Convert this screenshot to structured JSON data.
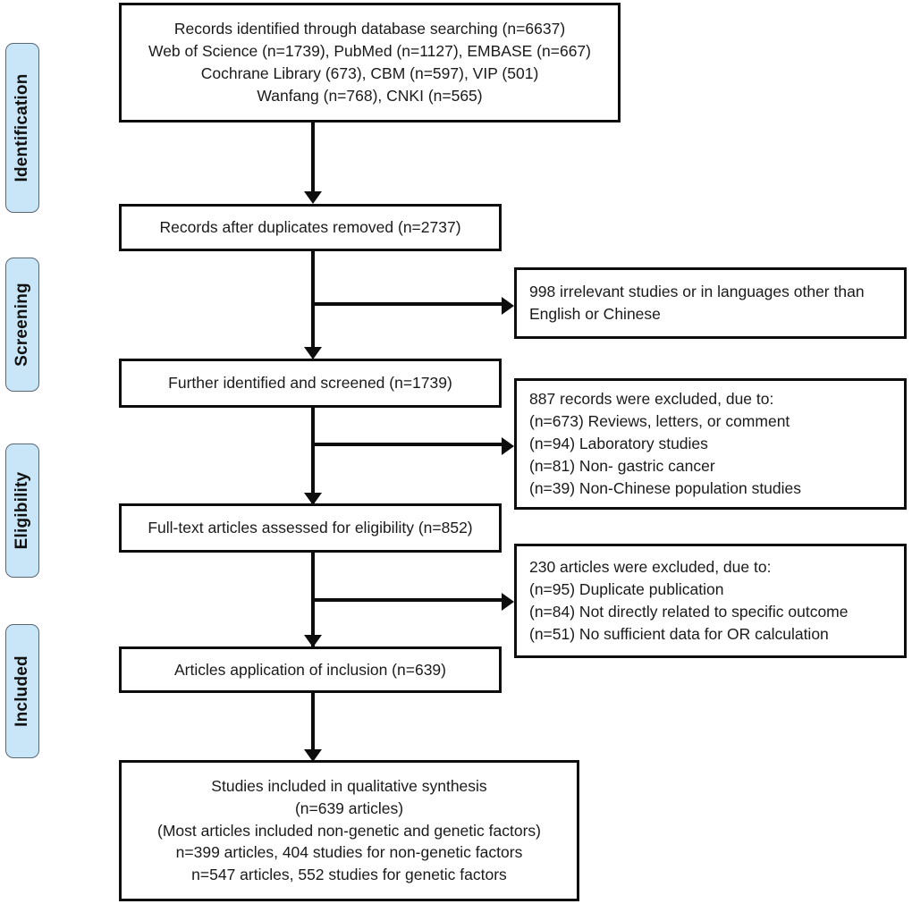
{
  "diagram": {
    "type": "prisma-flow-diagram",
    "title": "",
    "accent_color": "#c9e6f8",
    "border_color": "#0d0d0d",
    "text_color": "#1a1a1a"
  },
  "stages": [
    {
      "id": "identification",
      "label": "Identification"
    },
    {
      "id": "screening",
      "label": "Screening"
    },
    {
      "id": "eligibility",
      "label": "Eligibility"
    },
    {
      "id": "included",
      "label": "Included"
    }
  ],
  "main_boxes": [
    {
      "id": "records-identified",
      "align": "center",
      "lines": [
        "Records identified through database searching (n=6637)",
        "Web of Science (n=1739), PubMed (n=1127), EMBASE (n=667)",
        "Cochrane Library (673), CBM (n=597), VIP (501)",
        "Wanfang (n=768), CNKI (n=565)"
      ]
    },
    {
      "id": "duplicates-removed",
      "align": "center",
      "lines": [
        "Records after duplicates removed (n=2737)"
      ]
    },
    {
      "id": "further-screened",
      "align": "center",
      "lines": [
        "Further identified and screened (n=1739)"
      ]
    },
    {
      "id": "full-text-assessed",
      "align": "center",
      "lines": [
        "Full-text articles assessed for eligibility (n=852)"
      ]
    },
    {
      "id": "articles-inclusion",
      "align": "center",
      "lines": [
        "Articles application of inclusion (n=639)"
      ]
    },
    {
      "id": "studies-included",
      "align": "center",
      "lines": [
        "Studies included in qualitative synthesis",
        "(n=639 articles)",
        "(Most articles included non-genetic and genetic factors)",
        "n=399 articles, 404 studies for non-genetic factors",
        "n=547 articles, 552 studies for genetic factors"
      ]
    }
  ],
  "exclusion_boxes": [
    {
      "id": "excluded-irrelevant",
      "align": "left",
      "lines": [
        "998 irrelevant studies or in languages other than",
        "English or Chinese"
      ]
    },
    {
      "id": "excluded-887",
      "align": "left",
      "lines": [
        "887 records were excluded, due to:",
        "(n=673) Reviews, letters, or comment",
        "(n=94) Laboratory studies",
        "(n=81) Non- gastric cancer",
        "(n=39) Non-Chinese population studies"
      ]
    },
    {
      "id": "excluded-230",
      "align": "left",
      "lines": [
        "230 articles were excluded, due to:",
        "(n=95) Duplicate publication",
        "(n=84) Not directly related to specific outcome",
        "(n=51) No sufficient data for OR calculation"
      ]
    }
  ],
  "counts": {
    "total_identified": 6637,
    "web_of_science": 1739,
    "pubmed": 1127,
    "embase": 667,
    "cochrane_library": 673,
    "cbm": 597,
    "vip": 501,
    "wanfang": 768,
    "cnki": 565,
    "after_duplicates_removed": 2737,
    "further_identified_screened": 1739,
    "excluded_irrelevant": 998,
    "excluded_records_total": 887,
    "excluded_reviews_letters_comment": 673,
    "excluded_laboratory_studies": 94,
    "excluded_non_gastric_cancer": 81,
    "excluded_non_chinese_population": 39,
    "full_text_assessed": 852,
    "excluded_articles_total": 230,
    "excluded_duplicate_publication": 95,
    "excluded_not_directly_related": 84,
    "excluded_no_sufficient_data": 51,
    "articles_application_inclusion": 639,
    "included_articles": 639,
    "non_genetic_articles": 399,
    "non_genetic_studies": 404,
    "genetic_articles": 547,
    "genetic_studies": 552
  }
}
